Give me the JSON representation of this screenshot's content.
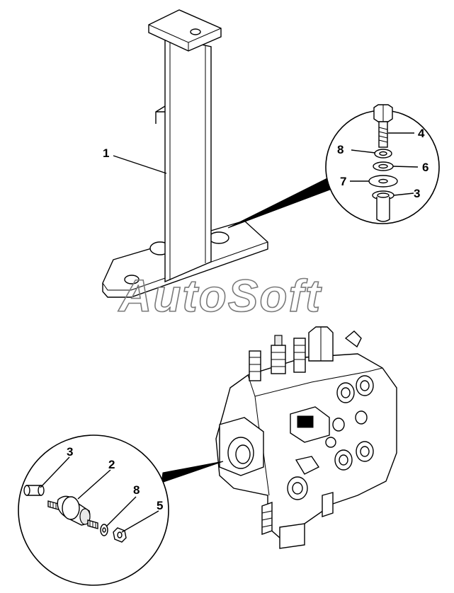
{
  "watermark": "AutoSoft",
  "callouts": {
    "c1": "1",
    "c2": "2",
    "c3_upper": "3",
    "c3_lower": "3",
    "c4": "4",
    "c5": "5",
    "c6": "6",
    "c7": "7",
    "c8_upper": "8",
    "c8_lower": "8"
  }
}
